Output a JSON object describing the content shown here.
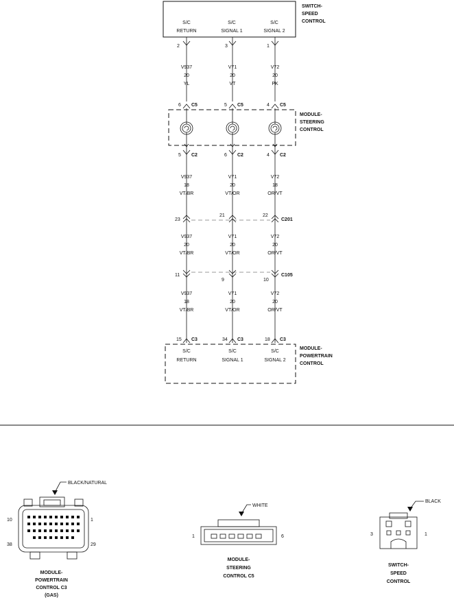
{
  "switch_speed_control": {
    "title": [
      "SWITCH-",
      "SPEED",
      "CONTROL"
    ],
    "pins": [
      {
        "line1": "S/C",
        "line2": "RETURN",
        "pin": "2"
      },
      {
        "line1": "S/C",
        "line2": "SIGNAL 1",
        "pin": "3"
      },
      {
        "line1": "S/C",
        "line2": "SIGNAL 2",
        "pin": "1"
      }
    ]
  },
  "wires_upper": [
    {
      "circuit": "V937",
      "gauge": "20",
      "color": "YL"
    },
    {
      "circuit": "V71",
      "gauge": "20",
      "color": "VT"
    },
    {
      "circuit": "V72",
      "gauge": "20",
      "color": "PK"
    }
  ],
  "steering_top_pins": [
    {
      "pin": "6",
      "conn": "C5"
    },
    {
      "pin": "5",
      "conn": "C5"
    },
    {
      "pin": "4",
      "conn": "C5"
    }
  ],
  "module_steering_control": {
    "title": [
      "MODULE-",
      "STEERING",
      "CONTROL"
    ]
  },
  "steering_bottom_pins": [
    {
      "pin": "5",
      "conn": "C2"
    },
    {
      "pin": "6",
      "conn": "C2"
    },
    {
      "pin": "4",
      "conn": "C2"
    }
  ],
  "wires_mid": [
    {
      "circuit": "V937",
      "gauge": "18",
      "color": "VT/BR"
    },
    {
      "circuit": "V71",
      "gauge": "20",
      "color": "VT/OR"
    },
    {
      "circuit": "V72",
      "gauge": "18",
      "color": "OR/VT"
    }
  ],
  "c201": {
    "name": "C201",
    "pins": [
      "23",
      "21",
      "22"
    ]
  },
  "wires_mid2": [
    {
      "circuit": "V937",
      "gauge": "20",
      "color": "VT/BR"
    },
    {
      "circuit": "V71",
      "gauge": "20",
      "color": "VT/OR"
    },
    {
      "circuit": "V72",
      "gauge": "20",
      "color": "OR/VT"
    }
  ],
  "c105": {
    "name": "C105",
    "pins": [
      "11",
      "9",
      "10"
    ]
  },
  "wires_lower": [
    {
      "circuit": "V937",
      "gauge": "18",
      "color": "VT/BR"
    },
    {
      "circuit": "V71",
      "gauge": "20",
      "color": "VT/OR"
    },
    {
      "circuit": "V72",
      "gauge": "20",
      "color": "OR/VT"
    }
  ],
  "pcm_pins": [
    {
      "pin": "15",
      "conn": "C3"
    },
    {
      "pin": "34",
      "conn": "C3"
    },
    {
      "pin": "18",
      "conn": "C3"
    }
  ],
  "module_powertrain_control": {
    "title": [
      "MODULE-",
      "POWERTRAIN",
      "CONTROL"
    ],
    "pins": [
      {
        "line1": "S/C",
        "line2": "RETURN"
      },
      {
        "line1": "S/C",
        "line2": "SIGNAL 1"
      },
      {
        "line1": "S/C",
        "line2": "SIGNAL 2"
      }
    ]
  },
  "connector_views": {
    "pcm_c3": {
      "color_label": "BLACK/NATURAL",
      "pin_tl": "10",
      "pin_tr": "1",
      "pin_bl": "38",
      "pin_br": "29",
      "caption": [
        "MODULE-",
        "POWERTRAIN",
        "CONTROL C3",
        "(GAS)"
      ]
    },
    "steering_c5": {
      "color_label": "WHITE",
      "pin_left": "1",
      "pin_right": "6",
      "caption": [
        "MODULE-",
        "STEERING",
        "CONTROL C5"
      ]
    },
    "switch_speed": {
      "color_label": "BLACK",
      "pin_left": "3",
      "pin_right": "1",
      "caption": [
        "SWITCH-",
        "SPEED",
        "CONTROL"
      ]
    }
  }
}
